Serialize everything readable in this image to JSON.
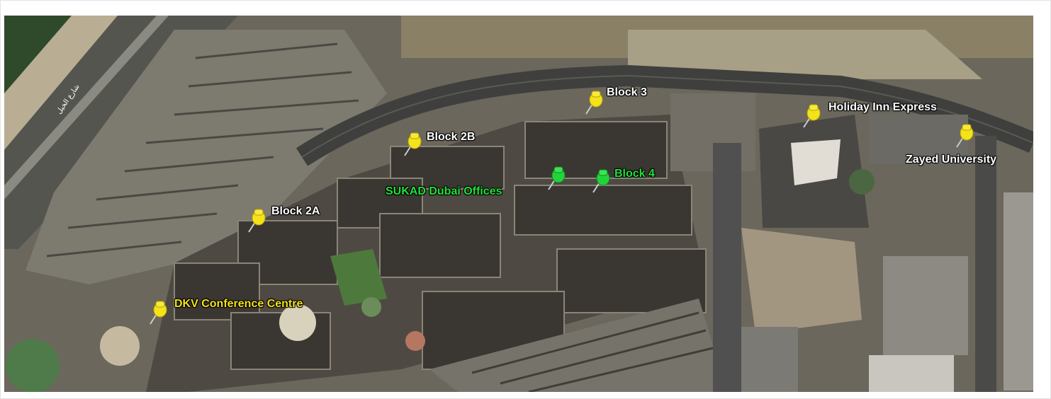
{
  "map": {
    "type": "satellite",
    "road_label": "شارع الخيل"
  },
  "markers": [
    {
      "id": "block-3",
      "label": "Block 3",
      "color": "#f4e21a",
      "style": "white"
    },
    {
      "id": "block-2b",
      "label": "Block 2B",
      "color": "#f4e21a",
      "style": "white"
    },
    {
      "id": "block-2a",
      "label": "Block 2A",
      "color": "#f4e21a",
      "style": "white"
    },
    {
      "id": "holiday-inn",
      "label": "Holiday Inn Express",
      "color": "#f4e21a",
      "style": "white"
    },
    {
      "id": "zayed-university",
      "label": "Zayed University",
      "color": "#f4e21a",
      "style": "white"
    },
    {
      "id": "block-4",
      "label": "Block 4",
      "color": "#22d43a",
      "style": "green"
    },
    {
      "id": "sukad-offices",
      "label": "SUKAD Dubai Offices",
      "color": "#22d43a",
      "style": "green"
    },
    {
      "id": "dkv-conference",
      "label": "DKV Conference Centre",
      "color": "#f4e21a",
      "style": "yellow"
    }
  ]
}
